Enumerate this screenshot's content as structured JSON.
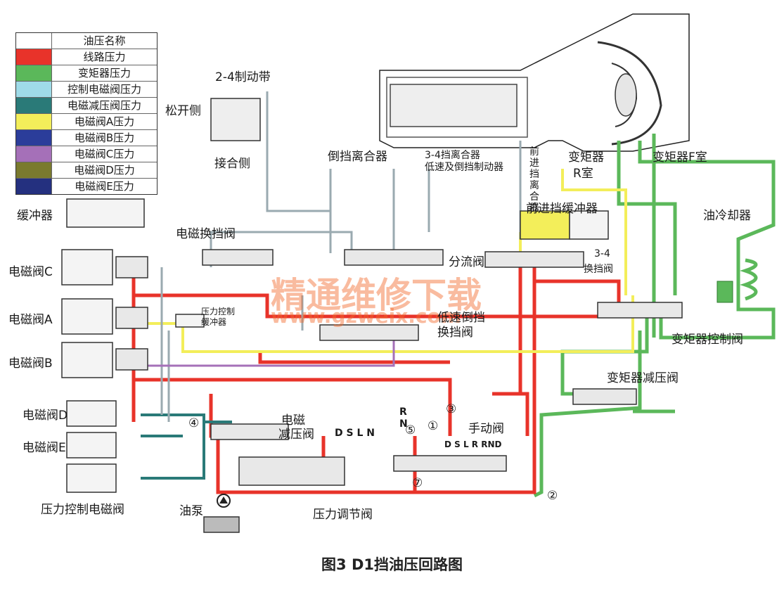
{
  "caption": "图3 D1挡油压回路图",
  "legend": {
    "header": "油压名称",
    "items": [
      {
        "label": "线路压力",
        "color": "#e8332a"
      },
      {
        "label": "变矩器压力",
        "color": "#5bb85a"
      },
      {
        "label": "控制电磁阀压力",
        "color": "#9fdbe8"
      },
      {
        "label": "电磁减压阀压力",
        "color": "#2a7a78"
      },
      {
        "label": "电磁阀A压力",
        "color": "#f3ee5a"
      },
      {
        "label": "电磁阀B压力",
        "color": "#2b3d9a"
      },
      {
        "label": "电磁阀C压力",
        "color": "#a570b8"
      },
      {
        "label": "电磁阀D压力",
        "color": "#7a7a2e"
      },
      {
        "label": "电磁阀E压力",
        "color": "#24307f"
      }
    ]
  },
  "labels": {
    "band": "2-4制动带",
    "release": "松开侧",
    "apply": "接合侧",
    "reverse_clutch": "倒挡离合器",
    "clutch34": "3-4挡离合器",
    "low_rev_brake": "低速及倒挡制动器",
    "fwd_clutch": "前进挡离合器",
    "tc_r": "变矩器",
    "tc_r2": "R室",
    "tc_f": "变矩器F室",
    "cooler": "油冷却器",
    "accumulator": "缓冲器",
    "shift_solenoid": "电磁换挡阀",
    "diverter": "分流阀",
    "fwd_accum": "前进挡缓冲器",
    "valve34": "3-4",
    "valve34b": "换挡阀",
    "sol_c": "电磁阀C",
    "sol_a": "电磁阀A",
    "sol_b": "电磁阀B",
    "sol_d": "电磁阀D",
    "sol_e": "电磁阀E",
    "pc_accum1": "压力控制",
    "pc_accum2": "缓冲器",
    "low_rev_valve1": "低速倒挡",
    "low_rev_valve2": "换挡阀",
    "tc_control": "变矩器控制阀",
    "tc_reducing": "变矩器减压阀",
    "sol_reducing1": "电磁",
    "sol_reducing2": "减压阀",
    "manual_valve": "手动阀",
    "pc_solenoid": "压力控制电磁阀",
    "pump": "油泵",
    "pressure_reg": "压力调节阀",
    "dsln": "D S L N",
    "r_vert": "R",
    "n_vert": "N",
    "manual_pos": "D S L R RND",
    "c1": "①",
    "c2": "②",
    "c3": "③",
    "c4": "④",
    "c5": "⑤",
    "c7": "⑦"
  },
  "watermark": {
    "cn": "精通维修下载",
    "url": "www.gzweix.com"
  }
}
